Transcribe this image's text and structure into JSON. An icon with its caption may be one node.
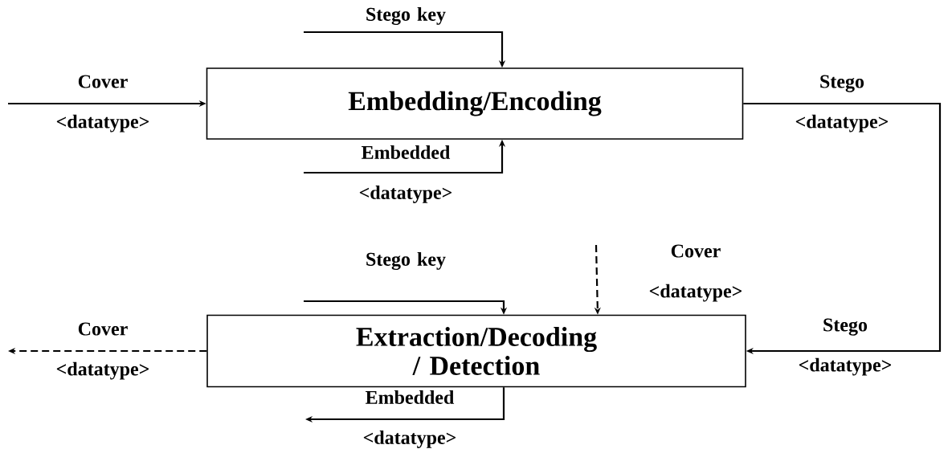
{
  "diagram": {
    "nodes": [
      {
        "text": [
          "Embedding/Encoding"
        ]
      },
      {
        "text": [
          "Extraction/Decoding / Detection"
        ]
      }
    ],
    "edges": [
      {
        "from": null,
        "to": 0,
        "arrow": "to",
        "label": "Stego key"
      },
      {
        "from": null,
        "to": 0,
        "arrow": "to",
        "label": "Cover <datatype>"
      },
      {
        "from": null,
        "to": 0,
        "arrow": "to",
        "label": "Embedded <datatype>"
      },
      {
        "from": 0,
        "to": 1,
        "arrow": "to",
        "label": "Stego <datatype>"
      },
      {
        "from": null,
        "to": 1,
        "arrow": "to",
        "label": "Stego key"
      },
      {
        "from": null,
        "to": 1,
        "arrow": "to",
        "label": "Cover <datatype>",
        "style": "dashed"
      },
      {
        "from": 1,
        "to": null,
        "arrow": "to",
        "label": "Cover <datatype>",
        "style": "dashed"
      },
      {
        "from": 1,
        "to": null,
        "arrow": "to",
        "label": "Embedded <datatype>"
      }
    ],
    "labels": [
      "Stego <datatype>"
    ]
  }
}
